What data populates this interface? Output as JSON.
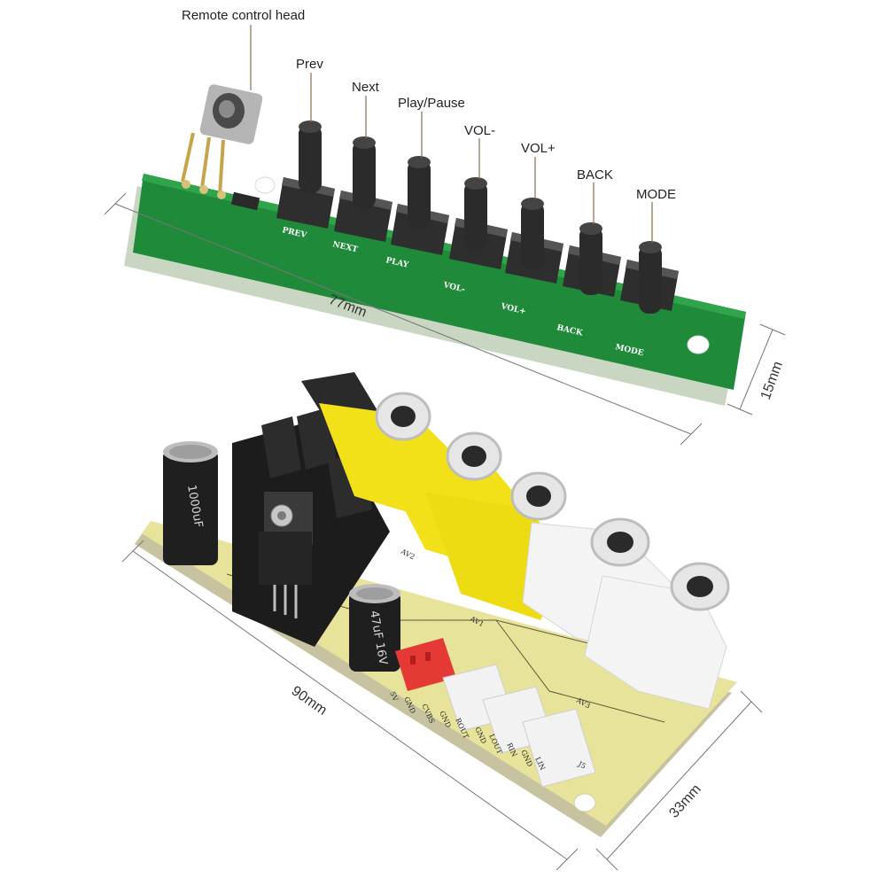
{
  "callouts": {
    "remote": "Remote control head",
    "prev": "Prev",
    "next": "Next",
    "play": "Play/Pause",
    "voldown": "VOL-",
    "volup": "VOL+",
    "back": "BACK",
    "mode": "MODE"
  },
  "dimensions": {
    "top_length": "77mm",
    "top_width": "15mm",
    "bottom_length": "90mm",
    "bottom_width": "33mm"
  },
  "top_board_silkscreen": [
    "PREV",
    "NEXT",
    "PLAY",
    "VOL-",
    "VOL+",
    "BACK",
    "MODE"
  ],
  "bottom_board_silkscreen": {
    "cap_large": "1000uF",
    "cap_small": "47uF 16V",
    "pins": [
      "5V",
      "GND",
      "CVBS",
      "GND",
      "ROUT",
      "GND",
      "LOUT",
      "RIN",
      "GND",
      "LIN"
    ],
    "av1": "AV1",
    "av2": "AV2",
    "av3": "AV3",
    "j5": "J5"
  },
  "colors": {
    "green_pcb": "#1f8a3a",
    "yellow_pcb": "#e8e39a",
    "rca_yellow": "#f2e018",
    "rca_white": "#f4f4f4",
    "accent_connector": "#e53935"
  }
}
